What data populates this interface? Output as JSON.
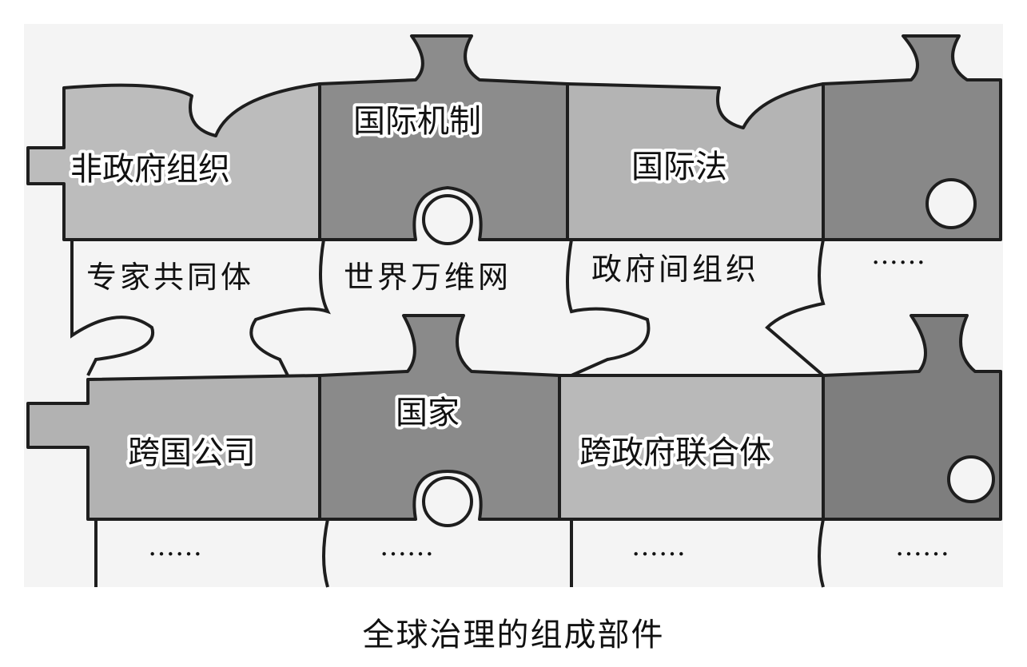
{
  "caption": "全球治理的组成部件",
  "pieces": {
    "ngo": "非政府组织",
    "intl_regime": "国际机制",
    "intl_law": "国际法",
    "epistemic": "专家共同体",
    "www": "世界万维网",
    "igo": "政府间组织",
    "state": "国家",
    "mnc": "跨国公司",
    "transgov": "跨政府联合体",
    "more": "……"
  },
  "colors": {
    "light": "#b8b8b8",
    "dark": "#8a8a8a",
    "outline": "#1e1e1e"
  }
}
